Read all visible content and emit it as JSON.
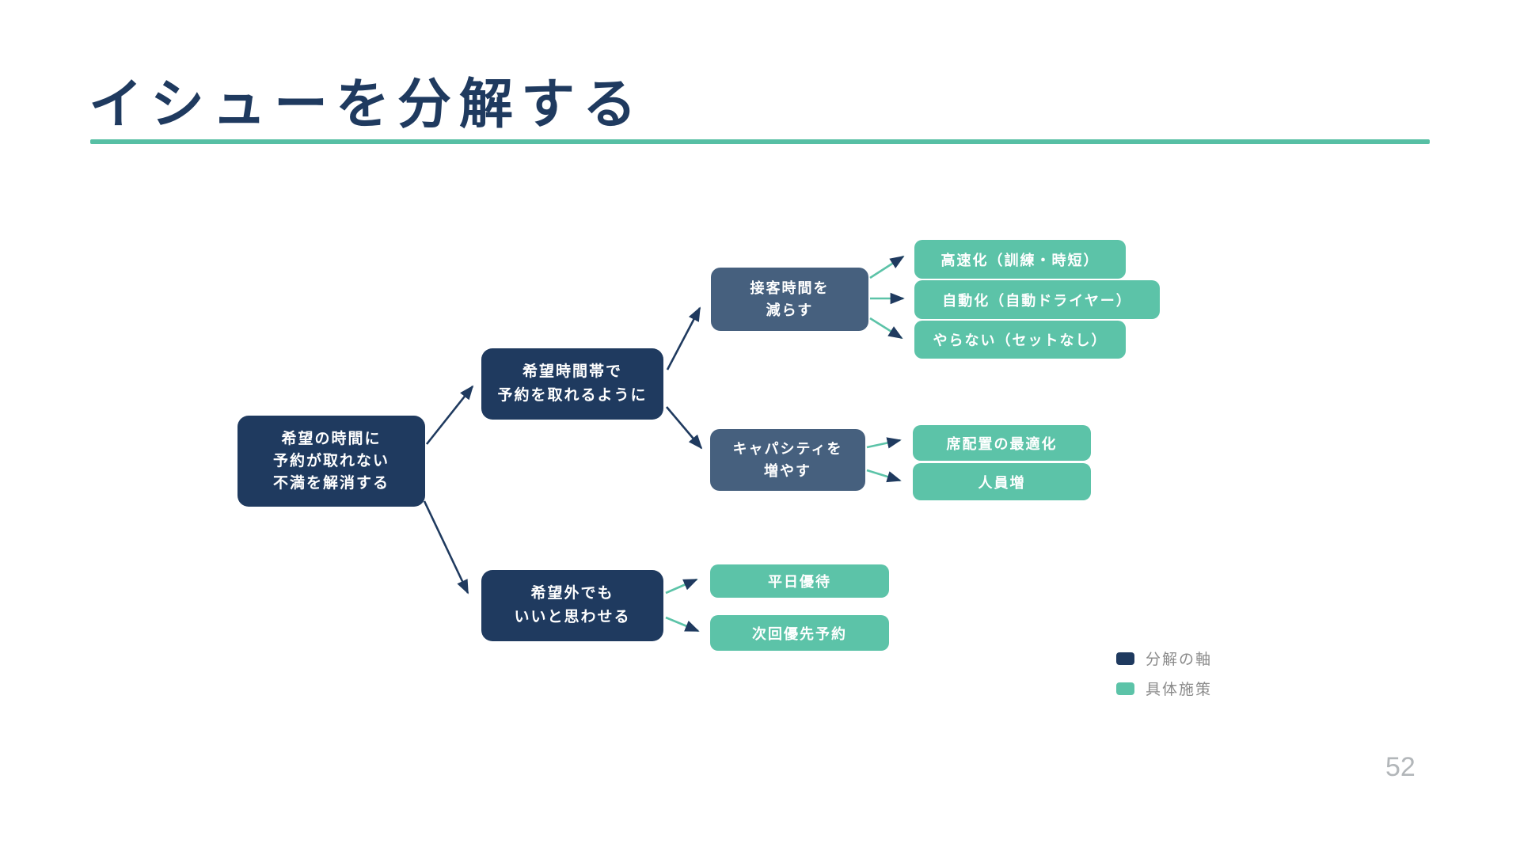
{
  "slide": {
    "title": "イシューを分解する",
    "page_number": "52"
  },
  "colors": {
    "title": "#1f3a5f",
    "underline": "#57bfa4",
    "axis_dark": "#1f3a5f",
    "axis_slate": "#46607e",
    "leaf_teal": "#5cc3a8",
    "arrow_line_axis": "#1f3a5f",
    "arrow_line_leaf": "#5cc3a8",
    "arrowhead": "#1f3a5f",
    "legend_text": "#8b8b8b",
    "page_number": "#b2b6b9"
  },
  "tree": {
    "nodes": [
      {
        "id": "root",
        "label": "希望の時間に\n予約が取れない\n不満を解消する",
        "type": "axis"
      },
      {
        "id": "wish-time-slot",
        "label": "希望時間帯で\n予約を取れるように",
        "type": "axis"
      },
      {
        "id": "accept-other-times",
        "label": "希望外でも\nいいと思わせる",
        "type": "axis"
      },
      {
        "id": "reduce-service-time",
        "label": "接客時間を\n減らす",
        "type": "axis"
      },
      {
        "id": "increase-capacity",
        "label": "キャパシティを\n増やす",
        "type": "axis"
      },
      {
        "id": "speed-up",
        "label": "高速化（訓練・時短）",
        "type": "measure"
      },
      {
        "id": "automation",
        "label": "自動化（自動ドライヤー）",
        "type": "measure"
      },
      {
        "id": "dont-do",
        "label": "やらない（セットなし）",
        "type": "measure"
      },
      {
        "id": "seat-layout",
        "label": "席配置の最適化",
        "type": "measure"
      },
      {
        "id": "more-staff",
        "label": "人員増",
        "type": "measure"
      },
      {
        "id": "weekday-perk",
        "label": "平日優待",
        "type": "measure"
      },
      {
        "id": "next-priority",
        "label": "次回優先予約",
        "type": "measure"
      }
    ],
    "edges": [
      [
        "root",
        "wish-time-slot"
      ],
      [
        "root",
        "accept-other-times"
      ],
      [
        "wish-time-slot",
        "reduce-service-time"
      ],
      [
        "wish-time-slot",
        "increase-capacity"
      ],
      [
        "reduce-service-time",
        "speed-up"
      ],
      [
        "reduce-service-time",
        "automation"
      ],
      [
        "reduce-service-time",
        "dont-do"
      ],
      [
        "increase-capacity",
        "seat-layout"
      ],
      [
        "increase-capacity",
        "more-staff"
      ],
      [
        "accept-other-times",
        "weekday-perk"
      ],
      [
        "accept-other-times",
        "next-priority"
      ]
    ]
  },
  "legend": {
    "items": [
      {
        "label": "分解の軸",
        "color": "#1f3a5f"
      },
      {
        "label": "具体施策",
        "color": "#5cc3a8"
      }
    ]
  }
}
